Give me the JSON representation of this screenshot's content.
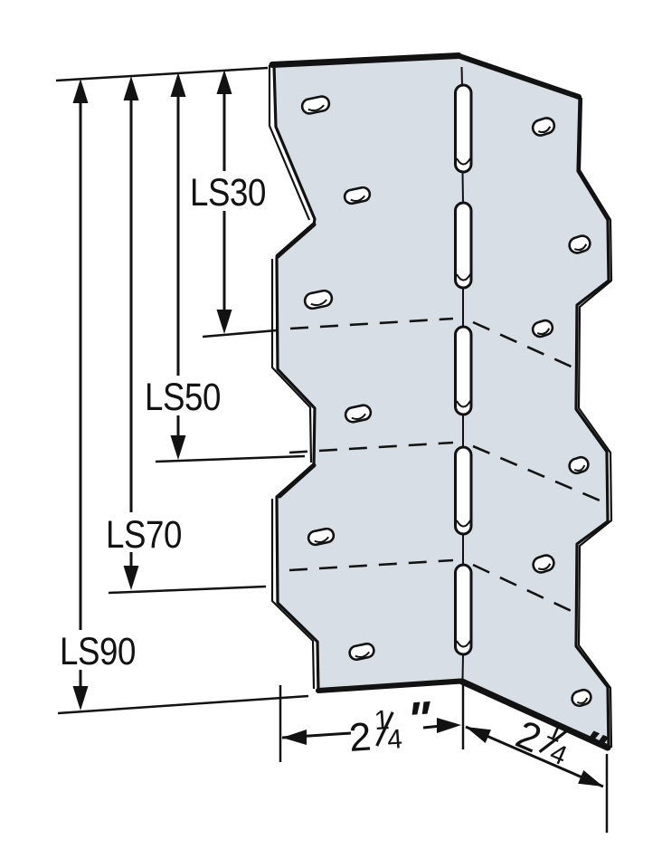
{
  "diagram": {
    "kind": "bracket-dimension-drawing",
    "labels": {
      "ls30": "LS30",
      "ls50": "LS50",
      "ls70": "LS70",
      "ls90": "LS90"
    },
    "dimensions": {
      "front_width": {
        "whole": "2",
        "numerator": "1",
        "denominator": "4",
        "unit": "\""
      },
      "side_width": {
        "whole": "2",
        "numerator": "1",
        "denominator": "4",
        "unit": "\""
      }
    },
    "colors": {
      "steel": "#d8dee5",
      "line": "#121212",
      "background": "#ffffff"
    }
  }
}
